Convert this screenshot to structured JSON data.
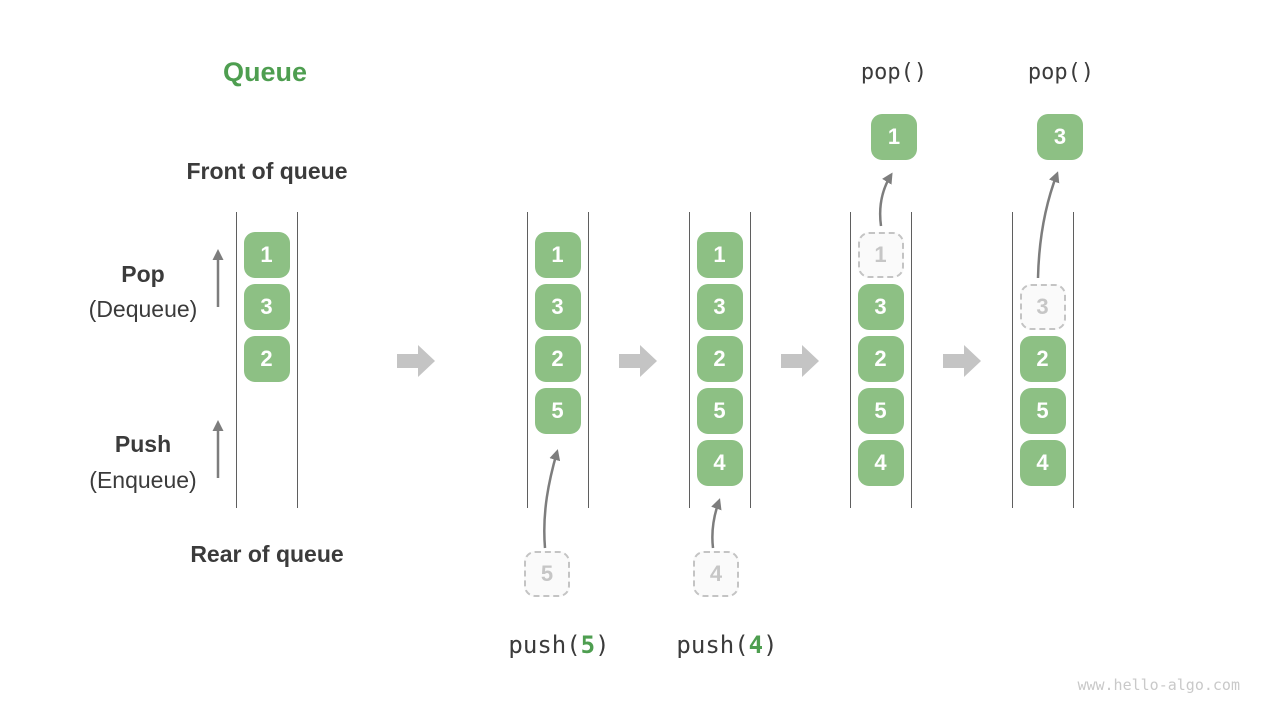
{
  "title": "Queue",
  "labels": {
    "front": "Front of queue",
    "rear": "Rear of queue",
    "pop": "Pop",
    "pop_sub": "(Dequeue)",
    "push": "Push",
    "push_sub": "(Enqueue)"
  },
  "columns": [
    {
      "cells": [
        {
          "value": "1",
          "state": "normal"
        },
        {
          "value": "3",
          "state": "normal"
        },
        {
          "value": "2",
          "state": "normal"
        }
      ]
    },
    {
      "cells": [
        {
          "value": "1",
          "state": "normal"
        },
        {
          "value": "3",
          "state": "normal"
        },
        {
          "value": "2",
          "state": "normal"
        },
        {
          "value": "5",
          "state": "normal"
        }
      ]
    },
    {
      "cells": [
        {
          "value": "1",
          "state": "normal"
        },
        {
          "value": "3",
          "state": "normal"
        },
        {
          "value": "2",
          "state": "normal"
        },
        {
          "value": "5",
          "state": "normal"
        },
        {
          "value": "4",
          "state": "normal"
        }
      ]
    },
    {
      "cells": [
        {
          "value": "1",
          "state": "removed"
        },
        {
          "value": "3",
          "state": "normal"
        },
        {
          "value": "2",
          "state": "normal"
        },
        {
          "value": "5",
          "state": "normal"
        },
        {
          "value": "4",
          "state": "normal"
        }
      ]
    },
    {
      "cells": [
        {
          "value": "3",
          "state": "removed"
        },
        {
          "value": "2",
          "state": "normal"
        },
        {
          "value": "5",
          "state": "normal"
        },
        {
          "value": "4",
          "state": "normal"
        }
      ]
    }
  ],
  "operations": {
    "push": [
      {
        "call_open": "push(",
        "arg": "5",
        "call_close": ")",
        "staged_value": "5"
      },
      {
        "call_open": "push(",
        "arg": "4",
        "call_close": ")",
        "staged_value": "4"
      }
    ],
    "pop": [
      {
        "label": "pop()",
        "popped_value": "1"
      },
      {
        "label": "pop()",
        "popped_value": "3"
      }
    ]
  },
  "watermark": "www.hello-algo.com",
  "colors": {
    "box_green": "#8dc084",
    "accent_green_text": "#4e9e50",
    "dark_text": "#3b3b3b",
    "wall_gray": "#5f5f5f",
    "thin_arrow_gray": "#7d7d7d",
    "block_arrow_gray": "#c4c4c4",
    "dashed_gray": "#c4c4c4"
  }
}
